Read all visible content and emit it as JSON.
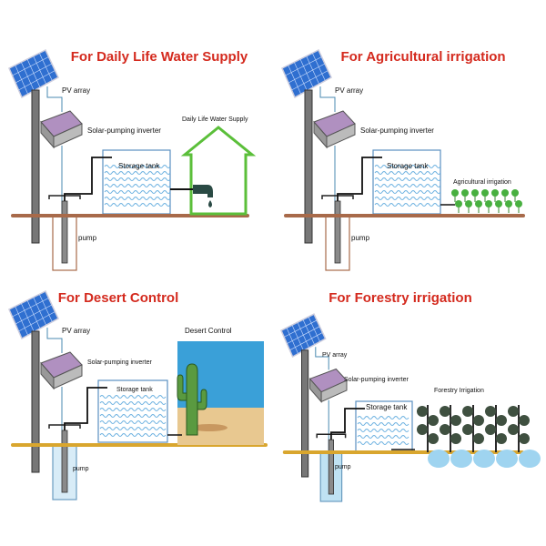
{
  "panels": [
    {
      "title": "For Daily Life Water Supply",
      "pv": "PV array",
      "inverter": "Solar-pumping inverter",
      "tank": "Storage tank",
      "pump": "pump",
      "use": "Daily Life Water Supply",
      "ground_color": "#a86a4a"
    },
    {
      "title": "For Agricultural irrigation",
      "pv": "PV array",
      "inverter": "Solar-pumping inverter",
      "tank": "Storage tank",
      "pump": "pump",
      "use": "Agricultural irrigation",
      "ground_color": "#a86a4a"
    },
    {
      "title": "For Desert Control",
      "pv": "PV array",
      "inverter": "Solar-pumping inverter",
      "tank": "Storage tank",
      "pump": "pump",
      "use": "Desert Control",
      "ground_color": "#d9a62e"
    },
    {
      "title": "For Forestry irrigation",
      "pv": "PV array",
      "inverter": "Solar-pumping inverter",
      "tank": "Storage tank",
      "pump": "pump",
      "use": "Forestry Irrigation",
      "ground_color": "#d9a62e"
    }
  ],
  "colors": {
    "title": "#d42a1e",
    "solar": "#2f6fd0",
    "water": "#5aa7d8",
    "house": "#5bbf3a",
    "plant": "#48b040",
    "tree": "#3f5040",
    "sky": "#3aa0d8",
    "sand": "#e8c890"
  }
}
